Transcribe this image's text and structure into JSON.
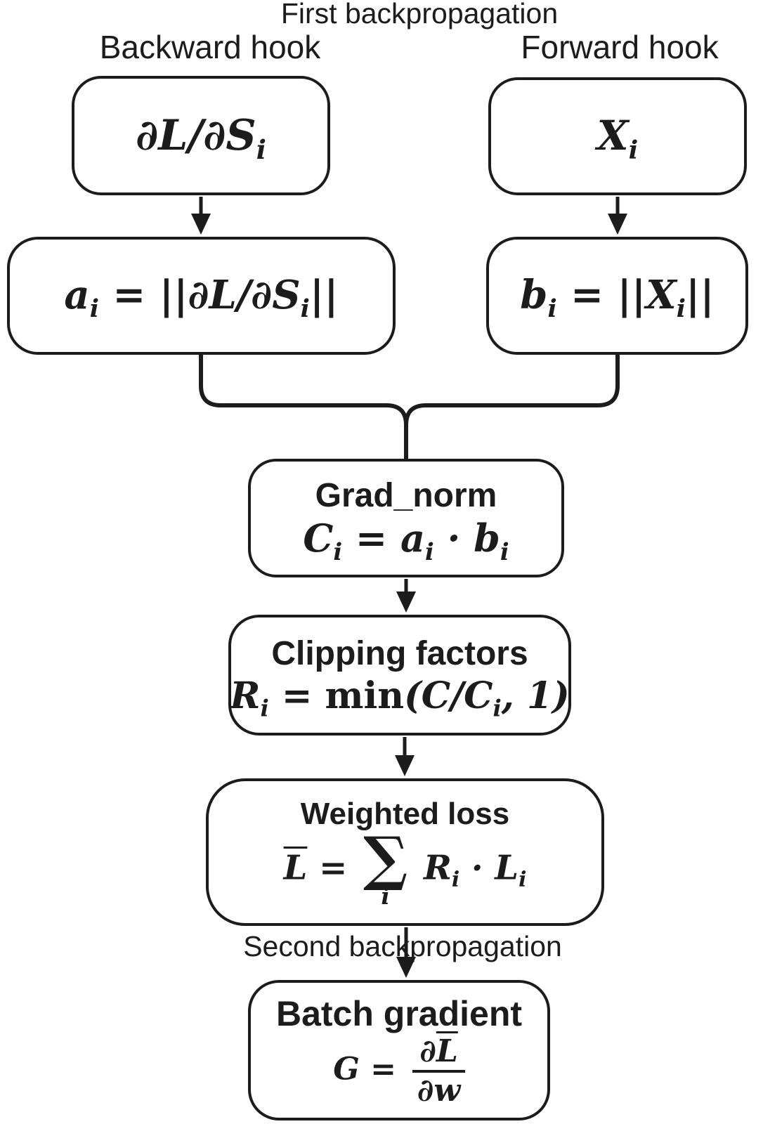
{
  "colors": {
    "line": "#1c1c1c",
    "background": "#ffffff"
  },
  "labels": {
    "first_backprop": "First backpropagation",
    "backward_hook": "Backward hook",
    "forward_hook": "Forward hook",
    "second_backprop": "Second backpropagation"
  },
  "boxes": {
    "backward_input": {
      "formula": "∂L/∂S_i"
    },
    "forward_input": {
      "formula": "X_i"
    },
    "backward_norm": {
      "formula": "a_i = ||∂L/∂S_i||"
    },
    "forward_norm": {
      "formula": "b_i = ||X_i||"
    },
    "grad_norm": {
      "title": "Grad_norm",
      "formula": "C_i = a_i · b_i"
    },
    "clipping": {
      "title": "Clipping factors",
      "formula": "R_i = \\min(C/C_i, 1)"
    },
    "weighted_loss": {
      "title": "Weighted loss",
      "formula": "\\bar{L} = \\sum_{i} R_i · L_i"
    },
    "batch_gradient": {
      "title": "Batch gradient",
      "formula": "G = \\frac{∂\\bar{L}}{∂w}"
    }
  }
}
